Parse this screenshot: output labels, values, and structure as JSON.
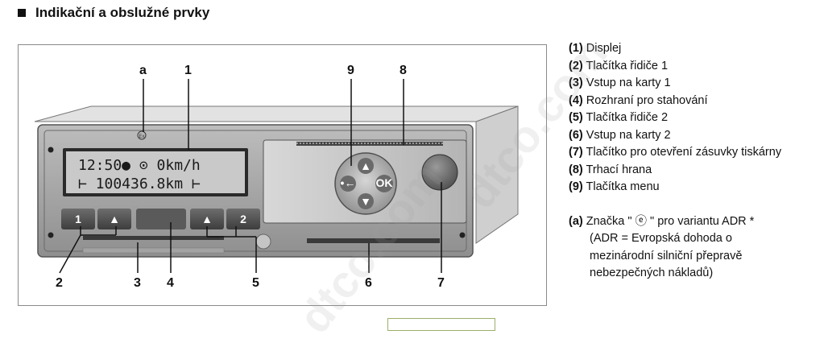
{
  "heading": "Indikační a obslužné prvky",
  "lcd": {
    "line1": "12:50● ⊙   0km/h",
    "line2": "⊢  100436.8km  ⊢"
  },
  "buttons": {
    "driver1": "1",
    "driver2": "2",
    "eject1": "▲",
    "eject2": "▲",
    "ok": "OK",
    "up": "▲",
    "down": "▼",
    "back": "•←"
  },
  "callouts": {
    "a": "a",
    "n1": "1",
    "n2": "2",
    "n3": "3",
    "n4": "4",
    "n5": "5",
    "n6": "6",
    "n7": "7",
    "n8": "8",
    "n9": "9"
  },
  "legend": [
    {
      "num": "(1)",
      "text": "Displej"
    },
    {
      "num": "(2)",
      "text": "Tlačítka řidiče 1"
    },
    {
      "num": "(3)",
      "text": "Vstup na karty 1"
    },
    {
      "num": "(4)",
      "text": "Rozhraní pro stahování"
    },
    {
      "num": "(5)",
      "text": "Tlačítka řidiče 2"
    },
    {
      "num": "(6)",
      "text": "Vstup na karty 2"
    },
    {
      "num": "(7)",
      "text": "Tlačítko pro otevření zásuvky tiskárny"
    },
    {
      "num": "(8)",
      "text": "Trhací hrana"
    },
    {
      "num": "(9)",
      "text": "Tlačítka menu"
    }
  ],
  "note": {
    "num": "(a)",
    "line1": "Značka \" ⓔ \" pro variantu ADR *",
    "line2": "(ADR = Evropská dohoda o",
    "line3": "mezinárodní silniční přepravě",
    "line4": "nebezpečných nákladů)"
  },
  "watermark": {
    "top": "dtco.com",
    "bottom": "dtco.com"
  }
}
